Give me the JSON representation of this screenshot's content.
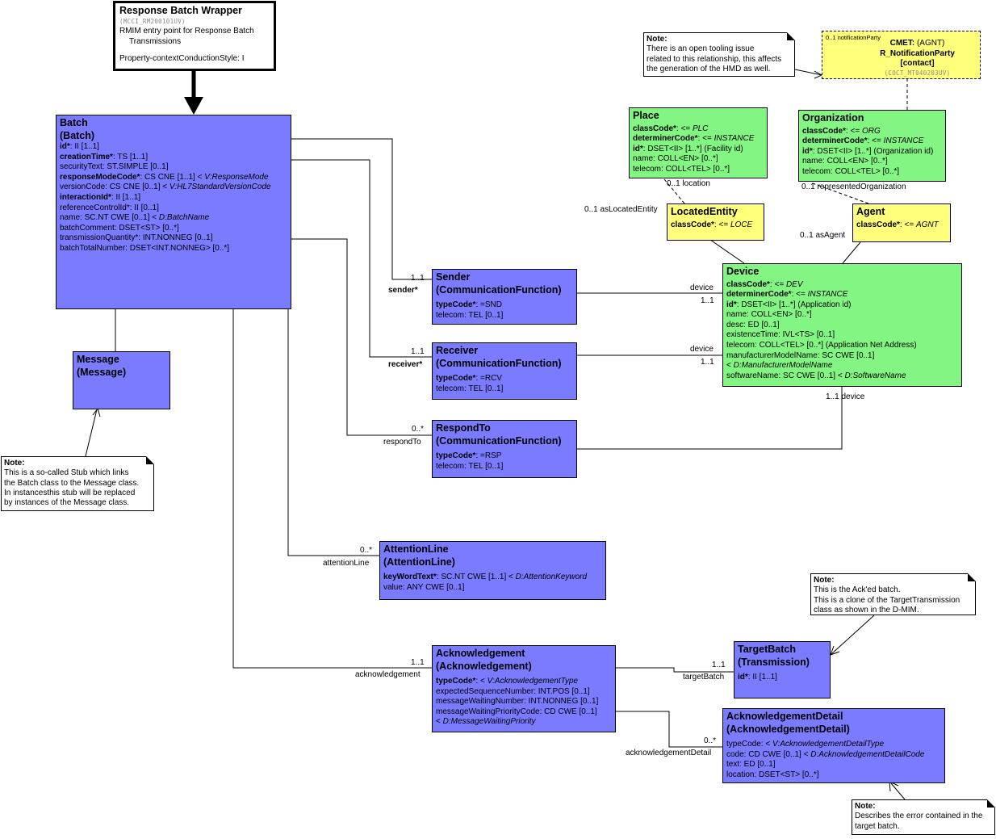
{
  "entry": {
    "title": "Response Batch Wrapper",
    "id": "(MCCI_RM200101UV)",
    "desc1": "RMIM entry point for Response Batch",
    "desc2": "Transmissions",
    "prop": "Property-contextConductionStyle: I"
  },
  "batch": {
    "title1": "Batch",
    "title2": "(Batch)",
    "attrs": [
      {
        "name": "id*",
        "rest": ": II [1..1]"
      },
      {
        "name": "creationTime*",
        "rest": ": TS [1..1]"
      },
      {
        "plain": "securityText: ST.SIMPLE [0..1]"
      },
      {
        "name": "responseModeCode*",
        "rest": ": CS CNE [1..1] < ",
        "ital": "V:ResponseMode"
      },
      {
        "plain": "versionCode: CS CNE [0..1] < ",
        "ital": "V:HL7StandardVersionCode"
      },
      {
        "name": "interactionId*",
        "rest": ": II [1..1]"
      },
      {
        "plain": "referenceControlId*: II [0..1]"
      },
      {
        "plain": "name: SC.NT CWE [0..1] < ",
        "ital": "D:BatchName"
      },
      {
        "plain": "batchComment: DSET<ST> [0..*]"
      },
      {
        "plain": "transmissionQuantity*: INT.NONNEG [0..1]"
      },
      {
        "plain": "batchTotalNumber: DSET<INT.NONNEG> [0..*]"
      }
    ]
  },
  "message": {
    "title1": "Message",
    "title2": "(Message)"
  },
  "sender": {
    "title1": "Sender",
    "title2": "(CommunicationFunction)",
    "attrs": [
      {
        "name": "typeCode*",
        "rest": ": =SND"
      },
      {
        "plain": "telecom: TEL [0..1]"
      }
    ]
  },
  "receiver": {
    "title1": "Receiver",
    "title2": "(CommunicationFunction)",
    "attrs": [
      {
        "name": "typeCode*",
        "rest": ": =RCV"
      },
      {
        "plain": "telecom: TEL [0..1]"
      }
    ]
  },
  "respondto": {
    "title1": "RespondTo",
    "title2": "(CommunicationFunction)",
    "attrs": [
      {
        "name": "typeCode*",
        "rest": ": =RSP"
      },
      {
        "plain": "telecom: TEL [0..1]"
      }
    ]
  },
  "attentionline": {
    "title1": "AttentionLine",
    "title2": "(AttentionLine)",
    "attrs": [
      {
        "name": "keyWordText*",
        "rest": ": SC.NT CWE [1..1] < ",
        "ital": "D:AttentionKeyword"
      },
      {
        "plain": "value: ANY CWE [0..1]"
      }
    ]
  },
  "ack": {
    "title1": "Acknowledgement",
    "title2": "(Acknowledgement)",
    "attrs": [
      {
        "name": "typeCode*",
        "rest": ": < ",
        "ital": "V:AcknowledgementType"
      },
      {
        "plain": "expectedSequenceNumber: INT.POS [0..1]"
      },
      {
        "plain": "messageWaitingNumber: INT.NONNEG [0..1]"
      },
      {
        "plain": "messageWaitingPriorityCode: CD CWE [0..1]"
      },
      {
        "plain": " < ",
        "ital": "D:MessageWaitingPriority"
      }
    ]
  },
  "targetbatch": {
    "title1": "TargetBatch",
    "title2": "(Transmission)",
    "attrs": [
      {
        "name": "id*",
        "rest": ": II [1..1]"
      }
    ]
  },
  "ackdetail": {
    "title1": "AcknowledgementDetail",
    "title2": "(AcknowledgementDetail)",
    "attrs": [
      {
        "plain": "typeCode: < ",
        "ital": "V:AcknowledgementDetailType"
      },
      {
        "plain": "code: CD CWE [0..1] < ",
        "ital": "D:AcknowledgementDetailCode"
      },
      {
        "plain": "text: ED [0..1]"
      },
      {
        "plain": "location: DSET<ST> [0..*]"
      }
    ]
  },
  "place": {
    "title": "Place",
    "attrs": [
      {
        "name": "classCode*",
        "rest": ": <= ",
        "ital": "PLC"
      },
      {
        "name": "determinerCode*",
        "rest": ": <= ",
        "ital": "INSTANCE"
      },
      {
        "name": "id*",
        "rest": ": DSET<II> [1..*] (Facility id)"
      },
      {
        "plain": "name: COLL<EN> [0..*]"
      },
      {
        "plain": "telecom: COLL<TEL> [0..*]"
      }
    ]
  },
  "organization": {
    "title": "Organization",
    "attrs": [
      {
        "name": "classCode*",
        "rest": ": <= ",
        "ital": "ORG"
      },
      {
        "name": "determinerCode*",
        "rest": ": <= ",
        "ital": "INSTANCE"
      },
      {
        "name": "id*",
        "rest": ": DSET<II> [1..*] (Organization id)"
      },
      {
        "plain": "name: COLL<EN> [0..*]"
      },
      {
        "plain": "telecom: COLL<TEL> [0..*]"
      }
    ]
  },
  "locatedentity": {
    "title": "LocatedEntity",
    "attrs": [
      {
        "name": "classCode*",
        "rest": ": <= ",
        "ital": "LOCE"
      }
    ]
  },
  "agent": {
    "title": "Agent",
    "attrs": [
      {
        "name": "classCode*",
        "rest": ": <= ",
        "ital": "AGNT"
      }
    ]
  },
  "device": {
    "title": "Device",
    "attrs": [
      {
        "name": "classCode*",
        "rest": ": <= ",
        "ital": "DEV"
      },
      {
        "name": "determinerCode*",
        "rest": ": <= ",
        "ital": "INSTANCE"
      },
      {
        "name": "id*",
        "rest": ": DSET<II> [1..*] (Application id)"
      },
      {
        "plain": "name: COLL<EN> [0..*]"
      },
      {
        "plain": "desc: ED [0..1]"
      },
      {
        "plain": "existenceTime: IVL<TS> [0..1]"
      },
      {
        "plain": "telecom: COLL<TEL> [0..*] (Application Net Address)"
      },
      {
        "plain": "manufacturerModelName: SC CWE [0..1]"
      },
      {
        "plain": " < ",
        "ital": "D:ManufacturerModelName"
      },
      {
        "plain": "softwareName: SC CWE [0..1] < ",
        "ital": "D:SoftwareName"
      }
    ]
  },
  "cmet": {
    "small": "0..1 notificationParty",
    "l1a": "CMET:",
    "l1b": " (AGNT)",
    "l2": "R_NotificationParty",
    "l3": "[contact]",
    "id": "(COCT_MT040203UV)"
  },
  "notes": {
    "cmet_note": {
      "h": "Note:",
      "lines": [
        "There is an open tooling issue",
        "related to this relationship, this affects",
        "the generation of the HMD as well."
      ]
    },
    "message_note": {
      "h": "Note:",
      "lines": [
        "This is a so-called Stub which links",
        "the Batch class to the Message class.",
        "In instancesthis stub will be replaced",
        "by instances of the Message class."
      ]
    },
    "target_note": {
      "h": "Note:",
      "lines": [
        "This is the Ack'ed batch.",
        "This is a clone of the TargetTransmission",
        "class as shown in the D-MIM."
      ]
    },
    "detail_note": {
      "h": "Note:",
      "lines": [
        "Describes the error contained in the",
        "target batch."
      ]
    }
  },
  "labels": {
    "sender_mult": "1..1",
    "sender_role": "sender*",
    "receiver_mult": "1..1",
    "receiver_role": "receiver*",
    "respondto_mult": "0..*",
    "respondto_role": "respondTo",
    "attention_mult": "0..*",
    "attention_role": "attentionLine",
    "ack_mult": "1..1",
    "ack_role": "acknowledgement",
    "sender_dev_role": "device",
    "sender_dev_mult": "1..1",
    "receiver_dev_role": "device",
    "receiver_dev_mult": "1..1",
    "respond_dev": "1..1 device",
    "place_loc": "0..1 location",
    "le_role": "0..1 asLocatedEntity",
    "org_rep": "0..1 representedOrganization",
    "agent_role": "0..1 asAgent",
    "tb_mult": "1..1",
    "tb_role": "targetBatch",
    "ad_mult": "0..*",
    "ad_role": "acknowledgementDetail"
  }
}
